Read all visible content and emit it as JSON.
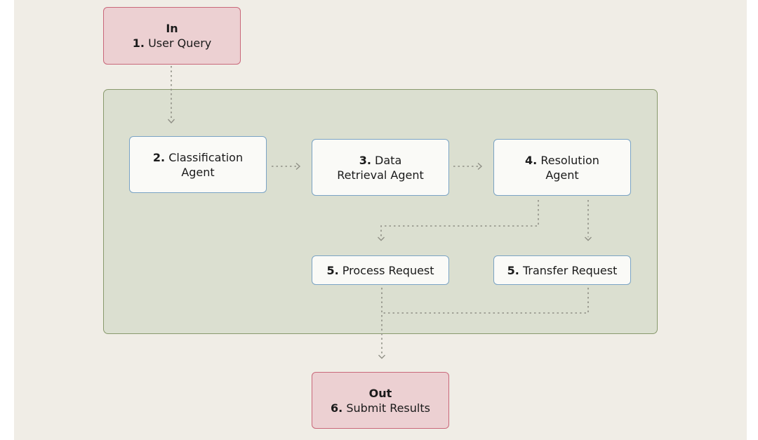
{
  "nodes": {
    "input": {
      "header": "In",
      "number": "1.",
      "text": "User Query"
    },
    "classification": {
      "number": "2.",
      "line1": "Classification",
      "line2": "Agent"
    },
    "retrieval": {
      "number": "3.",
      "line1": "Data",
      "line2": "Retrieval Agent"
    },
    "resolution": {
      "number": "4.",
      "line1": "Resolution",
      "line2": "Agent"
    },
    "process": {
      "number": "5.",
      "text": "Process Request"
    },
    "transfer": {
      "number": "5.",
      "text": "Transfer Request"
    },
    "output": {
      "header": "Out",
      "number": "6.",
      "text": "Submit Results"
    }
  },
  "colors": {
    "background": "#f0ede6",
    "group_fill": "#dbdfd0",
    "group_border": "#88996c",
    "io_fill": "#ecd0d2",
    "io_border": "#c9687a",
    "agent_fill": "#fafaf7",
    "agent_border": "#7aa3c4",
    "connector": "#8f8f85"
  }
}
